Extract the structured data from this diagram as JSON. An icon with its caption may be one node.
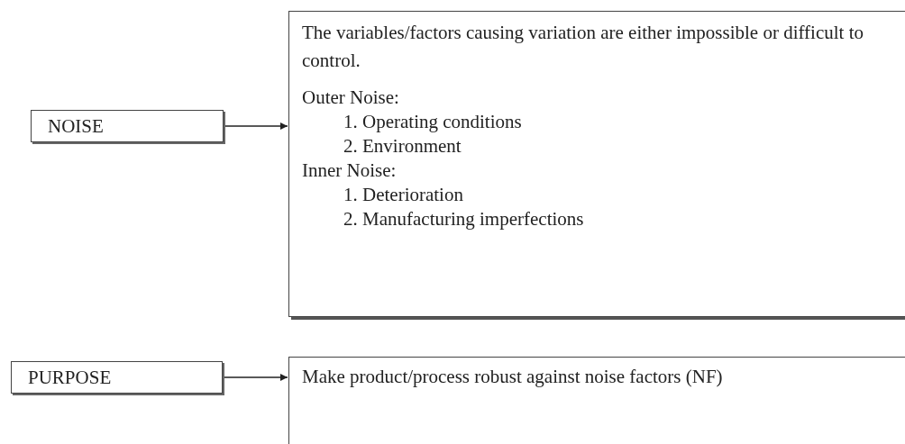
{
  "diagram": {
    "nodes": [
      {
        "text": [
          "NOISE"
        ]
      },
      {
        "text": [
          "The variables/factors causing variation are either impossible or difficult to control.",
          "Outer Noise:",
          "1. Operating conditions",
          "2. Environment",
          "Inner Noise:",
          "1. Deterioration",
          "2. Manufacturing imperfections"
        ]
      },
      {
        "text": [
          "PURPOSE"
        ]
      },
      {
        "text": [
          "Make product/process robust against noise factors (NF)"
        ]
      }
    ],
    "edges": [
      {
        "from": 0,
        "to": 1,
        "arrow": "to"
      },
      {
        "from": 2,
        "to": 3,
        "arrow": "to"
      }
    ]
  }
}
